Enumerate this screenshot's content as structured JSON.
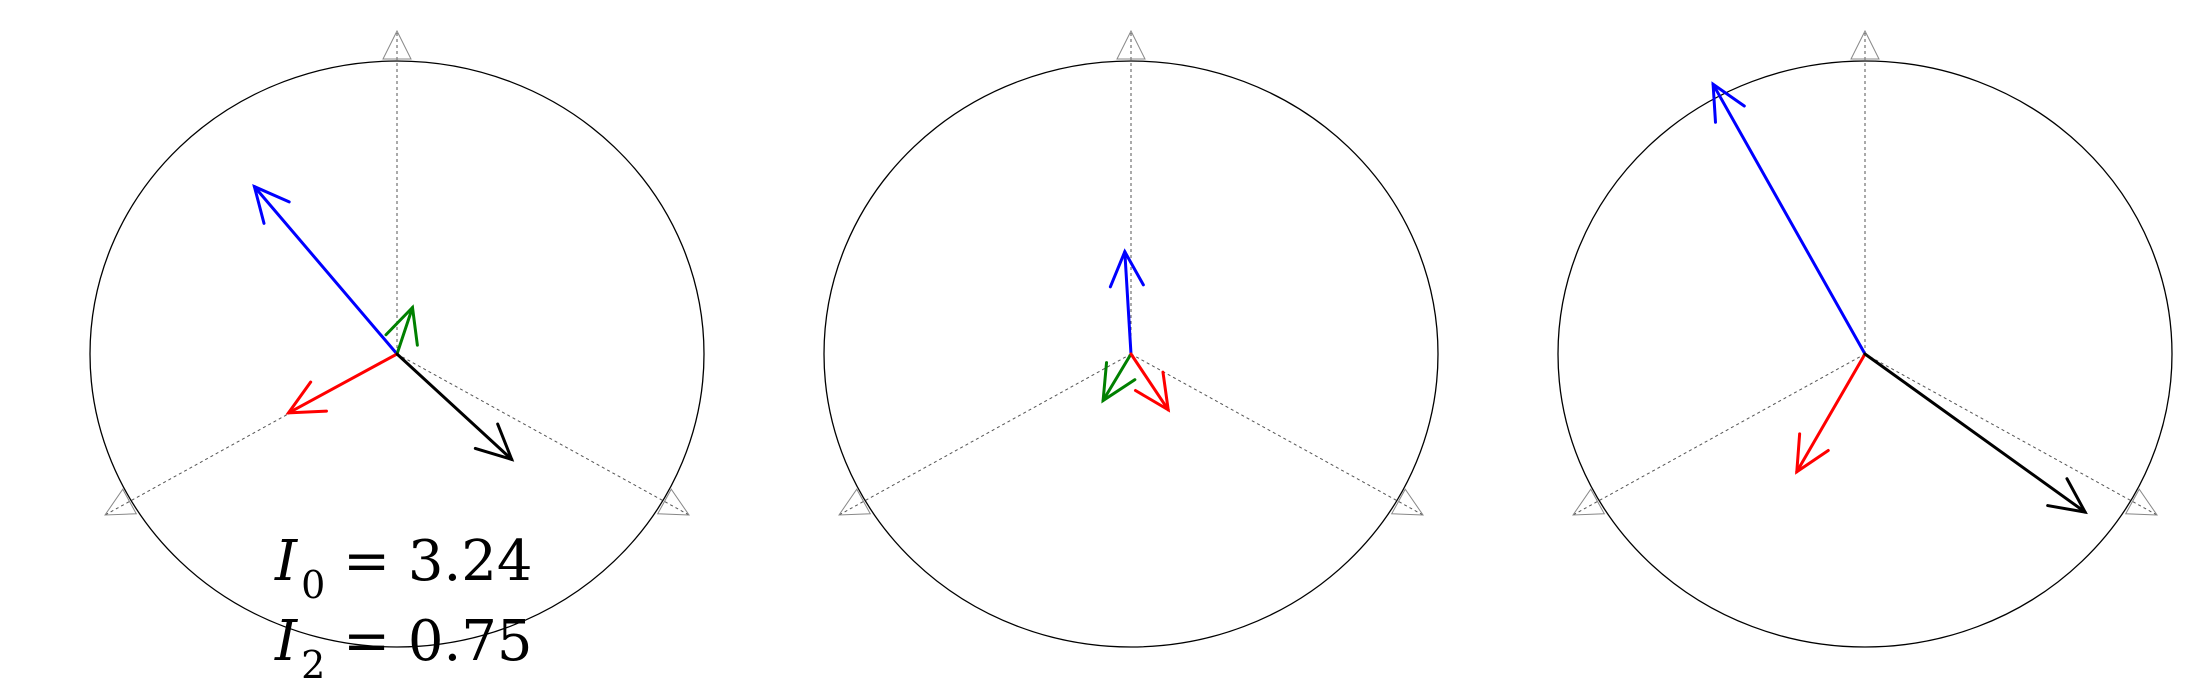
{
  "colors": {
    "circle": "#000000",
    "guide": "#555555",
    "blue": "#0000ff",
    "green": "#008000",
    "red": "#ff0000",
    "black": "#000000"
  },
  "panels": [
    {
      "id": "left",
      "vectors": [
        {
          "name": "blue",
          "color": "blue",
          "dx": -0.46,
          "dy": 0.54
        },
        {
          "name": "green",
          "color": "green",
          "dx": 0.05,
          "dy": 0.15
        },
        {
          "name": "red",
          "color": "red",
          "dx": -0.35,
          "dy": -0.19
        },
        {
          "name": "black",
          "color": "black",
          "dx": 0.37,
          "dy": -0.34
        }
      ]
    },
    {
      "id": "middle",
      "vectors": [
        {
          "name": "blue",
          "color": "blue",
          "dx": -0.02,
          "dy": 0.33
        },
        {
          "name": "green",
          "color": "green",
          "dx": -0.09,
          "dy": -0.15
        },
        {
          "name": "red",
          "color": "red",
          "dx": 0.12,
          "dy": -0.18
        }
      ]
    },
    {
      "id": "right",
      "vectors": [
        {
          "name": "blue",
          "color": "blue",
          "dx": -0.49,
          "dy": 0.87
        },
        {
          "name": "red",
          "color": "red",
          "dx": -0.22,
          "dy": -0.38
        },
        {
          "name": "black",
          "color": "black",
          "dx": 0.71,
          "dy": -0.51
        }
      ]
    }
  ],
  "labels": {
    "i0": {
      "symbol": "I",
      "sub": "0",
      "rest": " = 3.24"
    },
    "i2": {
      "symbol": "I",
      "sub": "2",
      "rest": " = 0.75"
    }
  }
}
